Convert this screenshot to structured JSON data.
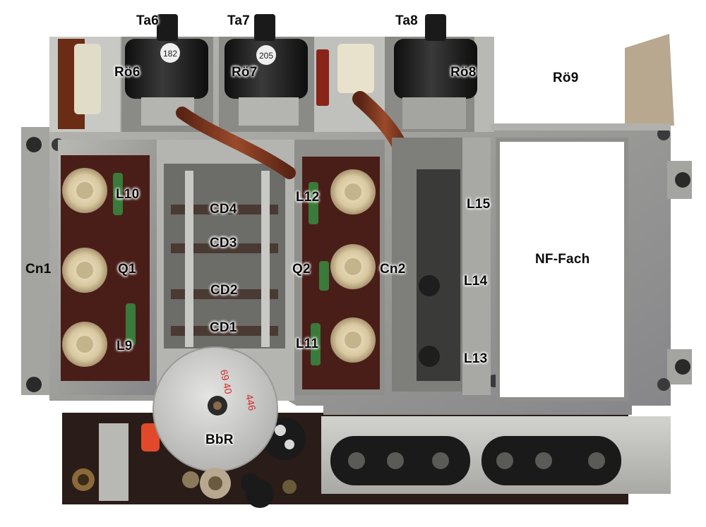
{
  "labels": {
    "ta6": "Ta6",
    "ta7": "Ta7",
    "ta8": "Ta8",
    "ro6": "Rö6",
    "ro7": "Rö7",
    "ro8": "Rö8",
    "ro9": "Rö9",
    "l10": "L10",
    "l12": "L12",
    "l15": "L15",
    "l14": "L14",
    "l13": "L13",
    "l9": "L9",
    "l11": "L11",
    "cd4": "CD4",
    "cd3": "CD3",
    "cd2": "CD2",
    "cd1": "CD1",
    "cn1": "Cn1",
    "cn2": "Cn2",
    "q1": "Q1",
    "q2": "Q2",
    "nf_fach": "NF-Fach",
    "bbr": "BbR"
  },
  "colors": {
    "chassis": "#9a9a96",
    "chassis_light": "#c4c4c0",
    "chassis_dark": "#6e6e6a",
    "board": "#3a1a16",
    "insulator_red": "#5a1e16",
    "cable": "#7a3420",
    "tube_socket": "#1c1c1c",
    "dial": "#d4d4d2"
  }
}
